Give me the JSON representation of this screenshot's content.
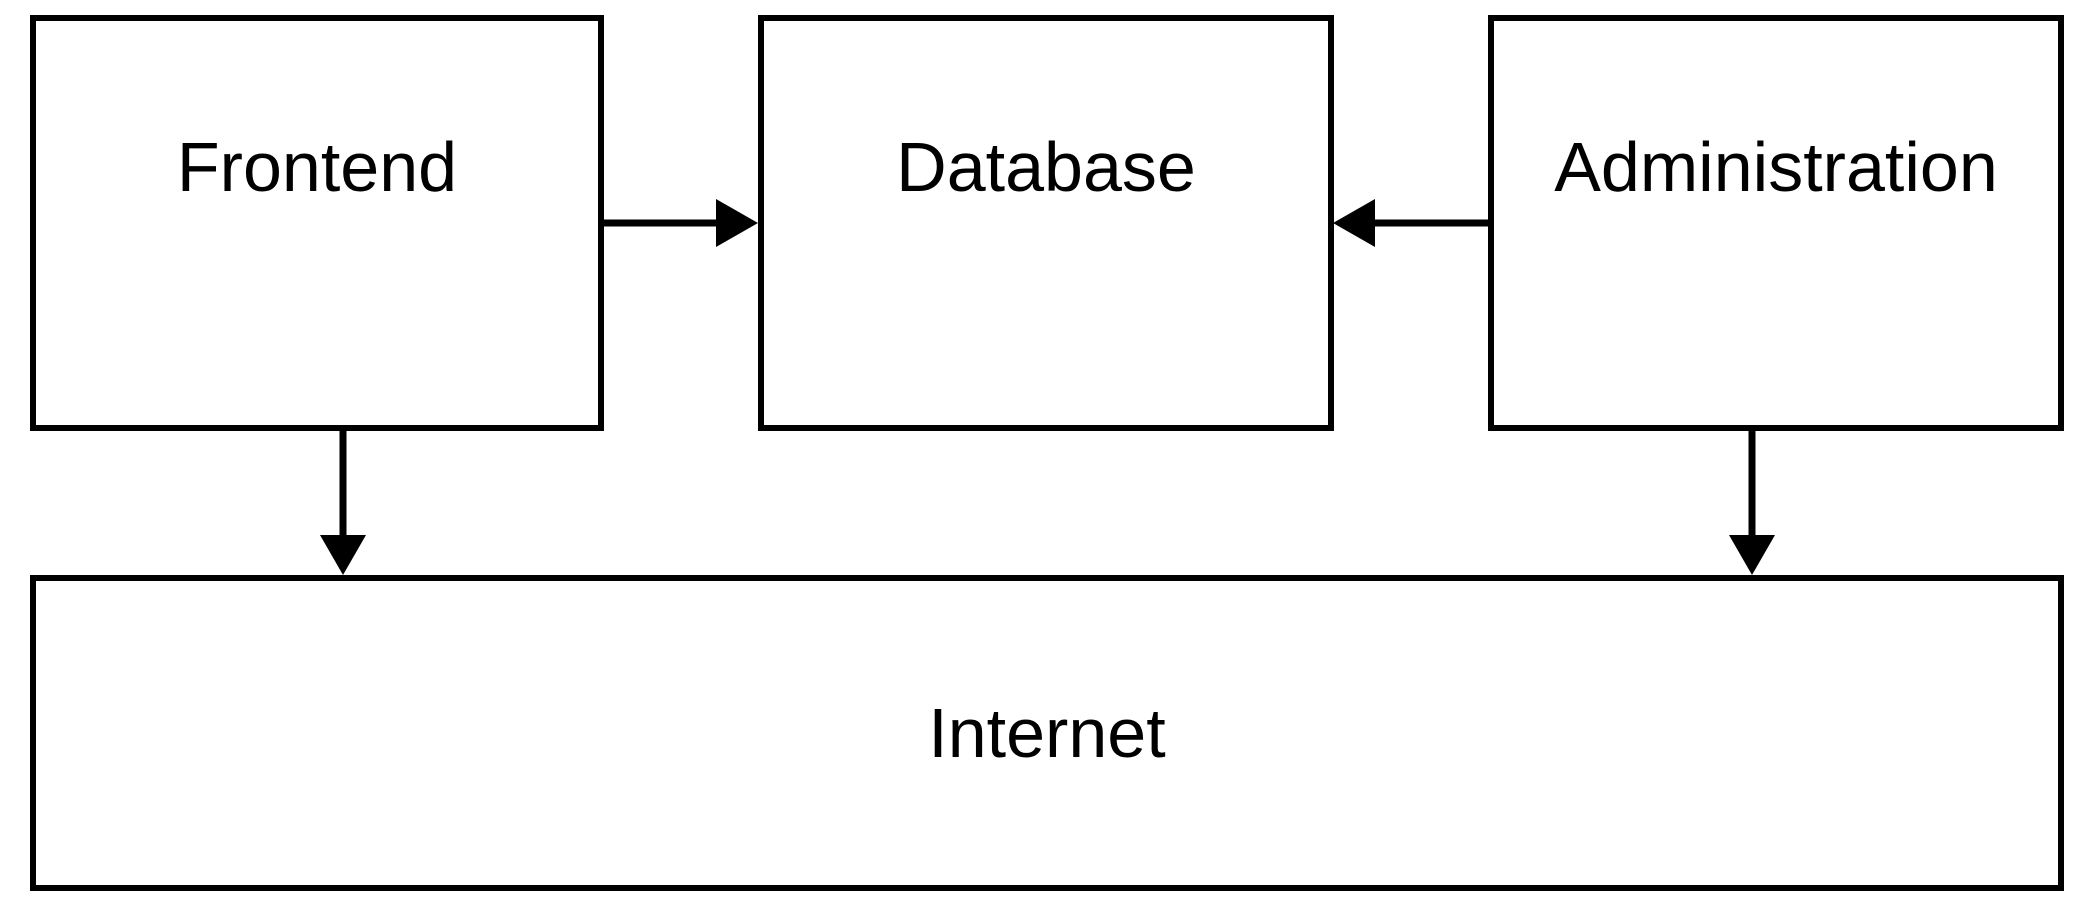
{
  "diagram": {
    "type": "block-diagram",
    "nodes": {
      "frontend": {
        "label": "Frontend"
      },
      "database": {
        "label": "Database"
      },
      "administration": {
        "label": "Administration"
      },
      "internet": {
        "label": "Internet"
      }
    },
    "edges": [
      {
        "from": "Frontend",
        "to": "Database",
        "direction": "right"
      },
      {
        "from": "Administration",
        "to": "Database",
        "direction": "left"
      },
      {
        "from": "Frontend",
        "to": "Internet",
        "direction": "down"
      },
      {
        "from": "Administration",
        "to": "Internet",
        "direction": "down"
      }
    ],
    "colors": {
      "background": "#ffffff",
      "box_fill": "#ffffff",
      "line": "#000000",
      "text": "#000000"
    }
  }
}
